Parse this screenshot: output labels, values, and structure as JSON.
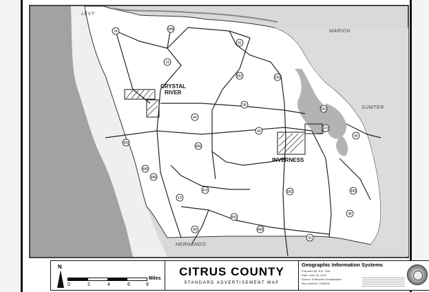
{
  "map": {
    "counties": {
      "levy": "LEVY",
      "marion": "MARION",
      "sumter": "SUMTER",
      "hernando": "HERNANDO"
    },
    "cities": {
      "crystal_river": [
        "CRYSTAL",
        "RIVER"
      ],
      "inverness": "INVERNESS"
    },
    "routes": [
      "24",
      "488",
      "19",
      "41",
      "491",
      "200",
      "44",
      "98",
      "581",
      "470",
      "486",
      "44",
      "495",
      "480",
      "486",
      "470",
      "581",
      "491",
      "495",
      "48",
      "480",
      "41",
      "44",
      "19",
      "98"
    ]
  },
  "title_block": {
    "north": "N",
    "scale_ticks": [
      "0",
      "2",
      "4",
      "6",
      "8"
    ],
    "scale_unit": "Miles",
    "county_title": "CITRUS COUNTY",
    "subtitle": "STANDARD ADVERTISEMENT MAP",
    "gis_title": "Geographic Information Systems",
    "gis_lines": [
      "Prepared By: B.N. Vind",
      "Date: June 15, 2016",
      "Source: Enterprise Geodatabase",
      "Map Number: 1098800"
    ]
  },
  "colors": {
    "water": "#9c9c9c",
    "land": "#ffffff",
    "neighbor_land": "#d6d6d6",
    "roads": "#222222"
  }
}
